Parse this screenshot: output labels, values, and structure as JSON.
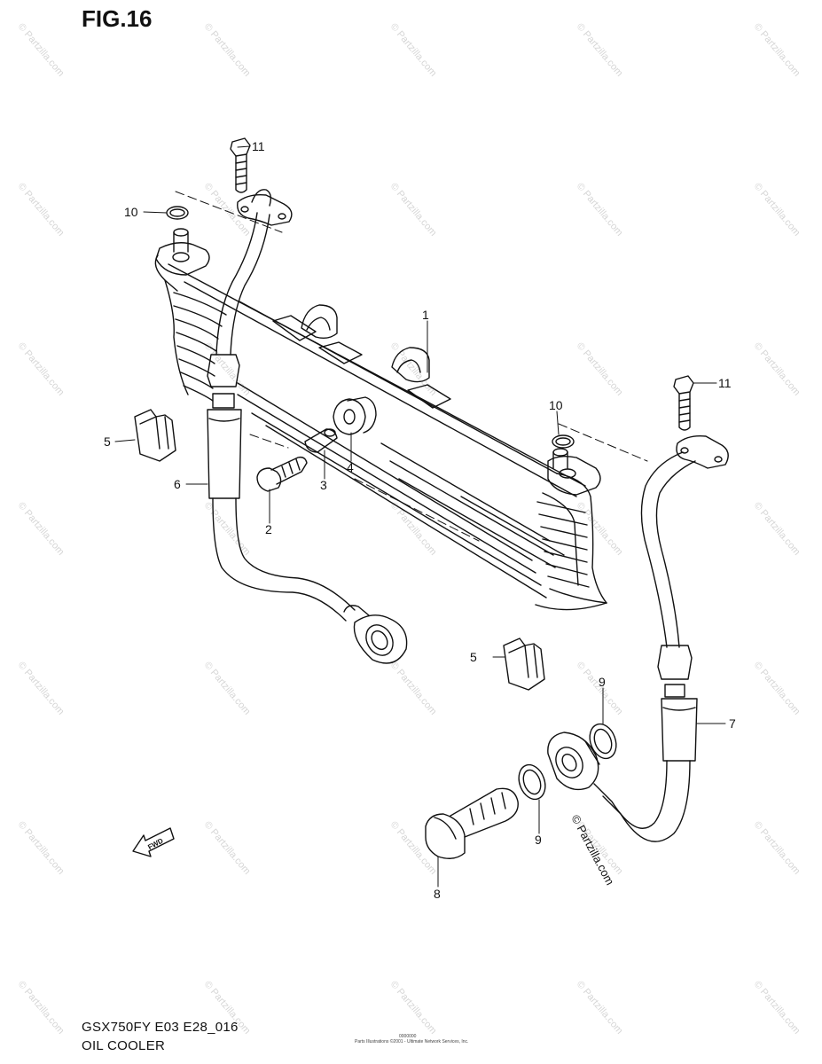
{
  "figure": {
    "title": "FIG.16",
    "model_code": "GSX750FY E03 E28_016",
    "name": "OIL COOLER",
    "copyright_mark": "© Partzilla.com",
    "watermark": "© Partzilla.com",
    "fwd_label": "FWD",
    "fine_print": "Parts Illustrations ©2001 - Ultimate Network Services, Inc.",
    "fine_id": "0000000"
  },
  "callouts": [
    {
      "id": "c1",
      "label": "1",
      "part": "oil cooler"
    },
    {
      "id": "c2",
      "label": "2",
      "part": "bolt"
    },
    {
      "id": "c3",
      "label": "3",
      "part": "spacer"
    },
    {
      "id": "c4",
      "label": "4",
      "part": "cushion"
    },
    {
      "id": "c5a",
      "label": "5",
      "part": "clamp"
    },
    {
      "id": "c5b",
      "label": "5",
      "part": "clamp"
    },
    {
      "id": "c6",
      "label": "6",
      "part": "oil cooler hose, inlet"
    },
    {
      "id": "c7",
      "label": "7",
      "part": "oil cooler hose, outlet"
    },
    {
      "id": "c8",
      "label": "8",
      "part": "union bolt"
    },
    {
      "id": "c9a",
      "label": "9",
      "part": "gasket"
    },
    {
      "id": "c9b",
      "label": "9",
      "part": "gasket"
    },
    {
      "id": "c10a",
      "label": "10",
      "part": "o-ring"
    },
    {
      "id": "c10b",
      "label": "10",
      "part": "o-ring"
    },
    {
      "id": "c11a",
      "label": "11",
      "part": "bolt"
    },
    {
      "id": "c11b",
      "label": "11",
      "part": "bolt"
    }
  ]
}
